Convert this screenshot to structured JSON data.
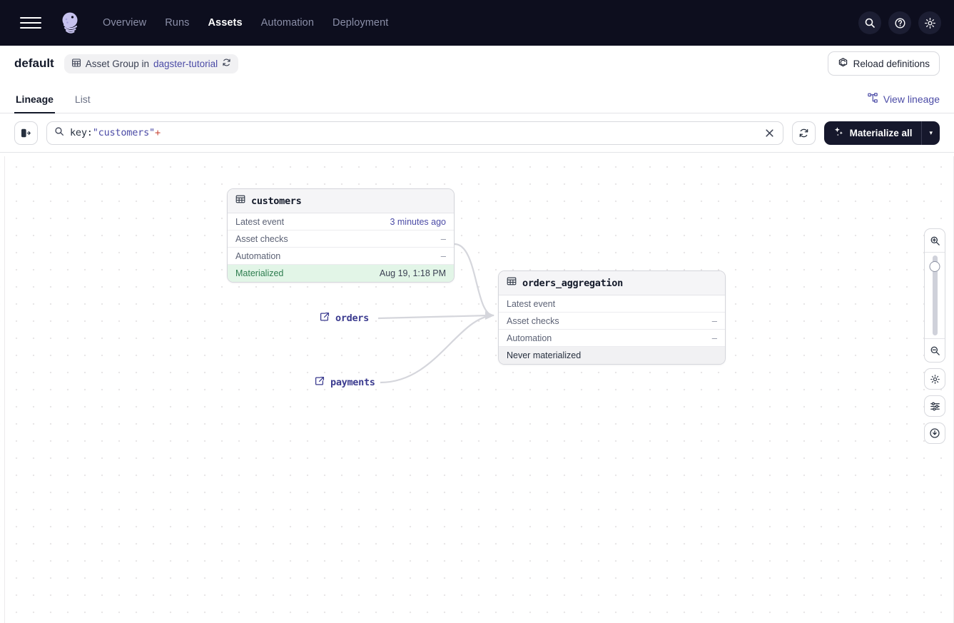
{
  "topnav": {
    "menu_icon": "hamburger-icon",
    "logo_icon": "dagster-logo",
    "links": [
      {
        "label": "Overview",
        "active": false
      },
      {
        "label": "Runs",
        "active": false
      },
      {
        "label": "Assets",
        "active": true
      },
      {
        "label": "Automation",
        "active": false
      },
      {
        "label": "Deployment",
        "active": false
      }
    ],
    "actions": [
      {
        "icon": "search-icon"
      },
      {
        "icon": "help-icon"
      },
      {
        "icon": "gear-icon"
      }
    ]
  },
  "breadcrumb": {
    "title": "default",
    "badge_icon": "asset-group-icon",
    "badge_prefix": "Asset Group in",
    "badge_link": "dagster-tutorial",
    "badge_refresh_icon": "reload-icon",
    "reload_button": "Reload definitions",
    "reload_icon": "reload-definitions-icon"
  },
  "tabs": {
    "items": [
      {
        "label": "Lineage",
        "active": true
      },
      {
        "label": "List",
        "active": false
      }
    ],
    "view_lineage": "View lineage",
    "view_lineage_icon": "lineage-graph-icon"
  },
  "toolbar": {
    "sidebar_toggle_icon": "expand-sidebar-icon",
    "search_icon": "search-icon",
    "query_key": "key:",
    "query_value": "\"customers\"",
    "query_operator": "+",
    "clear_icon": "close-icon",
    "refresh_icon": "refresh-icon",
    "materialize_label": "Materialize all",
    "materialize_icon": "sparkle-icon",
    "materialize_caret": "▾"
  },
  "graph": {
    "nodes": [
      {
        "name": "customers",
        "icon": "table-icon",
        "rows": [
          {
            "label": "Latest event",
            "value": "3 minutes ago",
            "value_style": "link"
          },
          {
            "label": "Asset checks",
            "value": "–",
            "value_style": "dash"
          },
          {
            "label": "Automation",
            "value": "–",
            "value_style": "dash"
          }
        ],
        "footer": {
          "label": "Materialized",
          "value": "Aug 19, 1:18 PM",
          "status": "materialized"
        }
      },
      {
        "name": "orders_aggregation",
        "icon": "table-icon",
        "rows": [
          {
            "label": "Latest event",
            "value": "",
            "value_style": "none"
          },
          {
            "label": "Asset checks",
            "value": "–",
            "value_style": "dash"
          },
          {
            "label": "Automation",
            "value": "–",
            "value_style": "dash"
          }
        ],
        "footer": {
          "label": "Never materialized",
          "value": "",
          "status": "never"
        }
      }
    ],
    "external_assets": [
      {
        "name": "orders",
        "icon": "external-link-icon"
      },
      {
        "name": "payments",
        "icon": "external-link-icon"
      }
    ]
  },
  "zoom_controls": {
    "zoom_in_icon": "zoom-in-icon",
    "zoom_out_icon": "zoom-out-icon",
    "settings_icon": "gear-icon",
    "filters_icon": "sliders-icon",
    "fit_icon": "zoom-to-fit-icon"
  }
}
